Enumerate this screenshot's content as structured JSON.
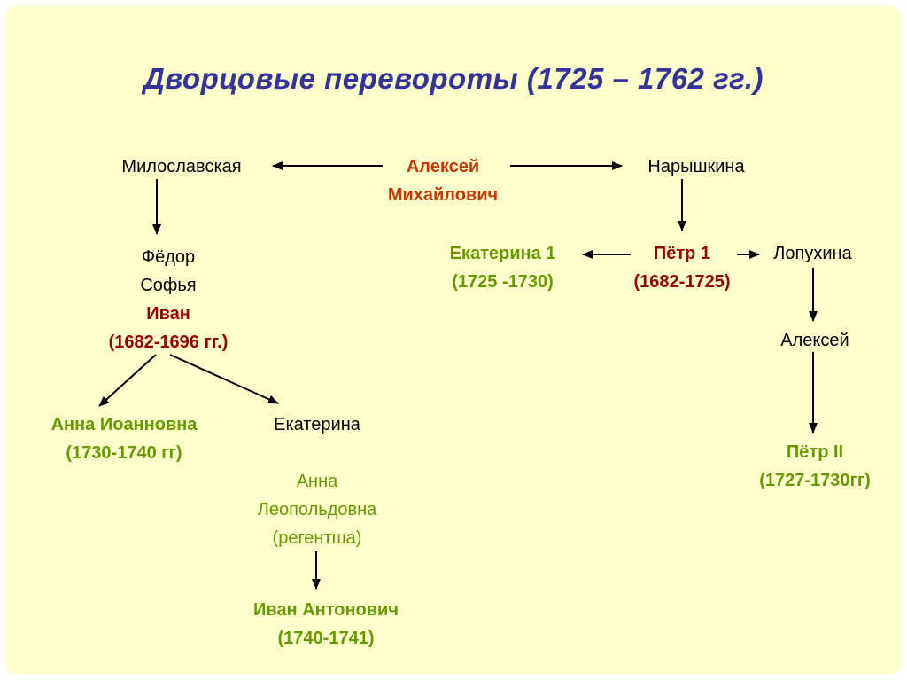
{
  "slide": {
    "title": "Дворцовые перевороты (1725 – 1762 гг.)"
  },
  "tree": {
    "miloslavskaya": {
      "label": "Милославская"
    },
    "aleksey_mikhailovich": {
      "lines": [
        "Алексей",
        "Михайлович"
      ]
    },
    "naryshkina": {
      "label": "Нарышкина"
    },
    "fyodor_sofya_ivan": {
      "fyodor": "Фёдор",
      "sofya": "Софья",
      "ivan": "Иван",
      "ivan_years": "(1682-1696 гг.)"
    },
    "ekaterina_1": {
      "name": "Екатерина 1",
      "years": "(1725 -1730)"
    },
    "petr_1": {
      "name": "Пётр 1",
      "years": "(1682-1725)"
    },
    "lopukhina": {
      "label": "Лопухина"
    },
    "aleksey_petrovich": {
      "label": "Алексей"
    },
    "petr_2": {
      "name": "Пётр II",
      "years": "(1727-1730гг)"
    },
    "anna_ioannovna": {
      "name": "Анна Иоанновна",
      "years": "(1730-1740 гг)"
    },
    "ekaterina": {
      "label": "Екатерина"
    },
    "anna_leopoldovna": {
      "lines": [
        "Анна",
        "Леопольдовна",
        "(регентша)"
      ]
    },
    "ivan_antonovich": {
      "name": "Иван Антонович",
      "years": "(1740-1741)"
    }
  },
  "colors": {
    "background": "#ffffcc",
    "title_blue": "#333399",
    "parent_red": "#cc3300",
    "dynasty_red": "#990000",
    "ruler_green": "#669900"
  }
}
